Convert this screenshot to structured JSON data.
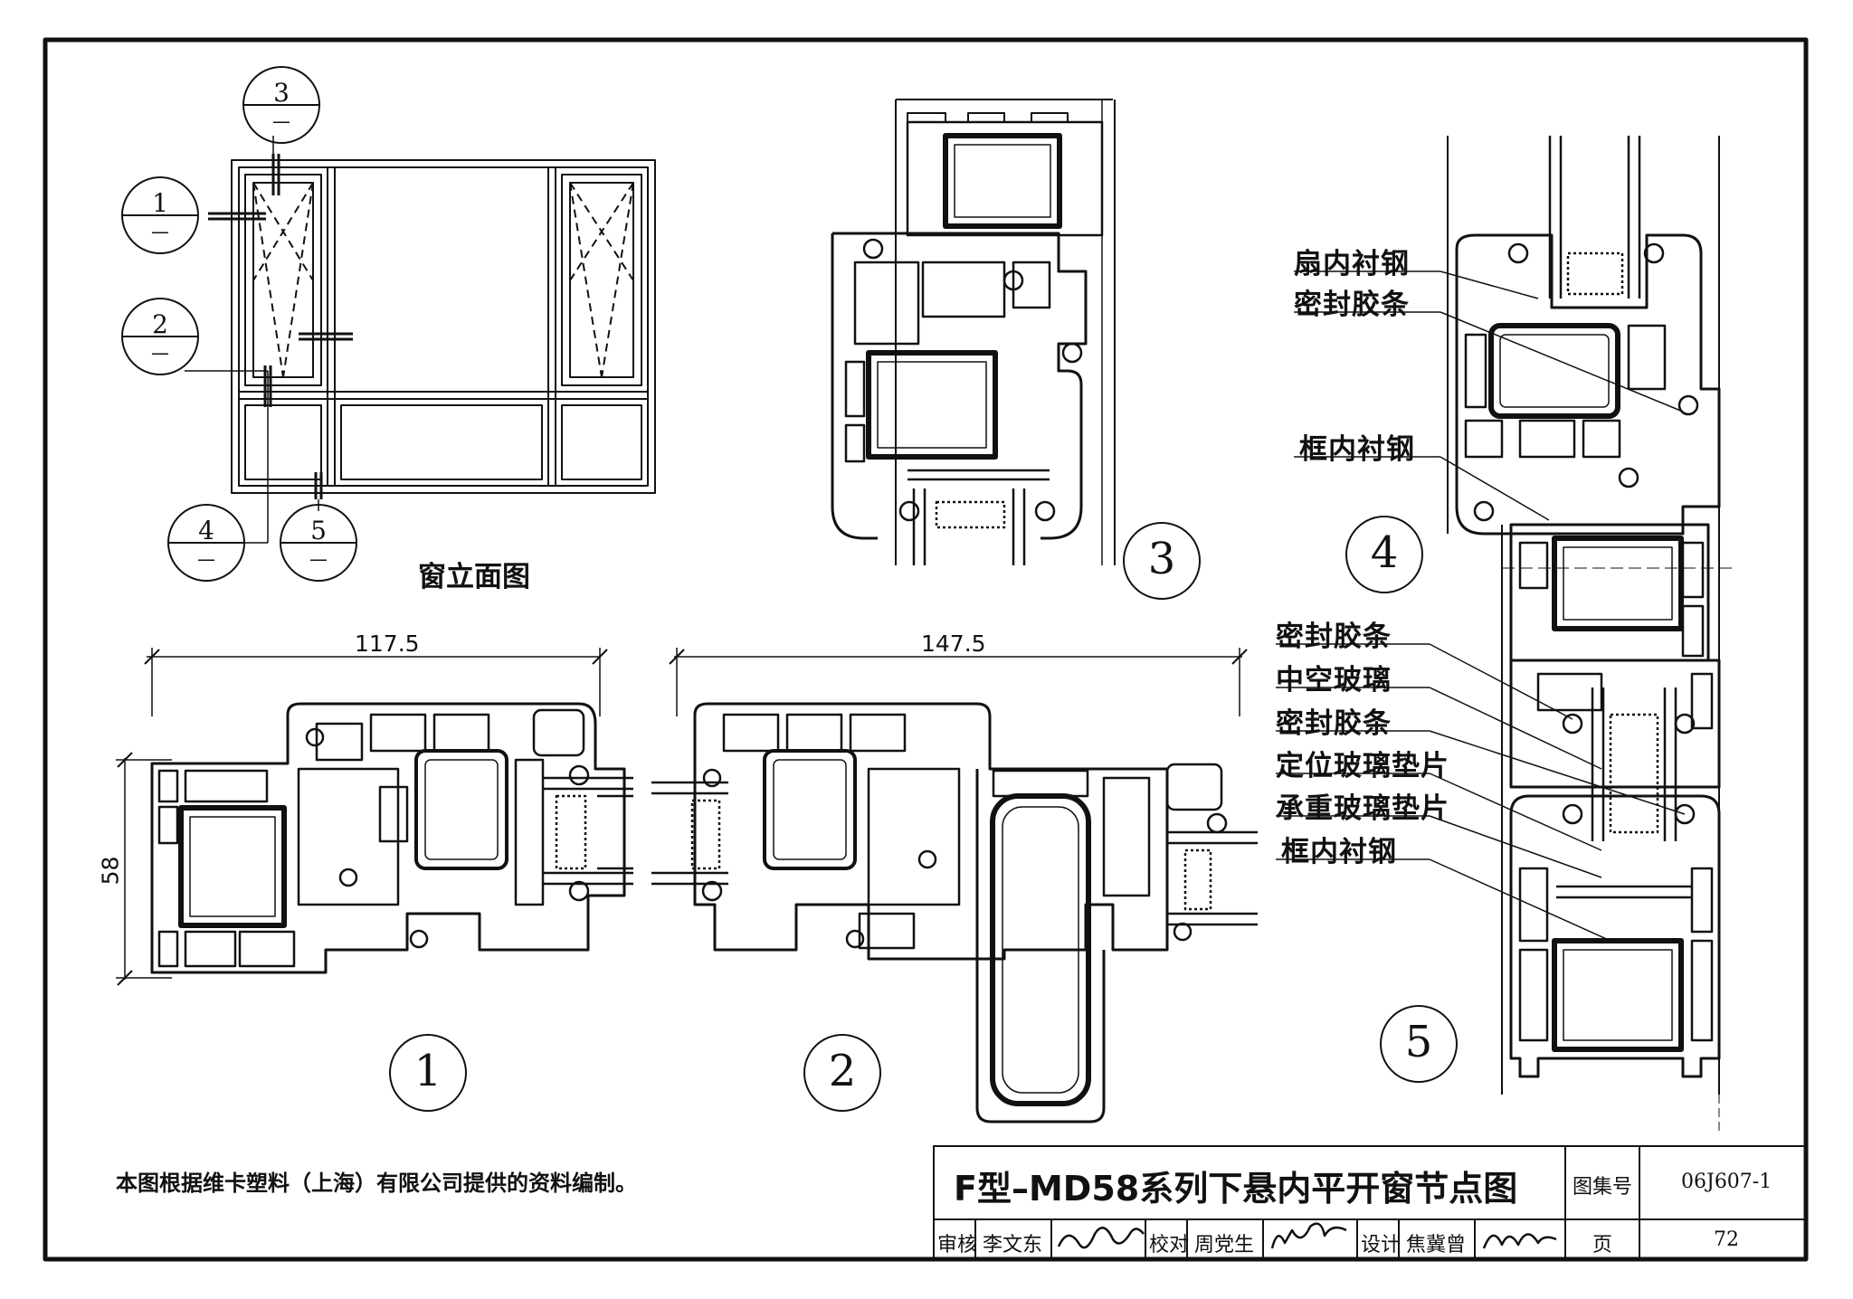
{
  "elevation": {
    "label": "窗立面图",
    "refs": [
      {
        "num": "3",
        "den": "—"
      },
      {
        "num": "1",
        "den": "—"
      },
      {
        "num": "2",
        "den": "—"
      },
      {
        "num": "4",
        "den": "—"
      },
      {
        "num": "5",
        "den": "—"
      }
    ]
  },
  "details": {
    "d1": {
      "num": "1",
      "dim_width": "117.5",
      "dim_height": "58"
    },
    "d2": {
      "num": "2",
      "dim_width": "147.5"
    },
    "d3": {
      "num": "3"
    },
    "d4": {
      "num": "4",
      "callouts": [
        "扇内衬钢",
        "密封胶条",
        "框内衬钢"
      ]
    },
    "d5": {
      "num": "5",
      "callouts": [
        "密封胶条",
        "中空玻璃",
        "密封胶条",
        "定位玻璃垫片",
        "承重玻璃垫片",
        "框内衬钢"
      ]
    }
  },
  "note": "本图根据维卡塑料（上海）有限公司提供的资料编制。",
  "title_block": {
    "title": "F型–MD58系列下悬内平开窗节点图",
    "atlas_label": "图集号",
    "atlas_no": "06J607-1",
    "review_label": "审核",
    "reviewer": "李文东",
    "check_label": "校对",
    "checker": "周党生",
    "design_label": "设计",
    "designer": "焦冀曾",
    "page_label": "页",
    "page_no": "72"
  }
}
